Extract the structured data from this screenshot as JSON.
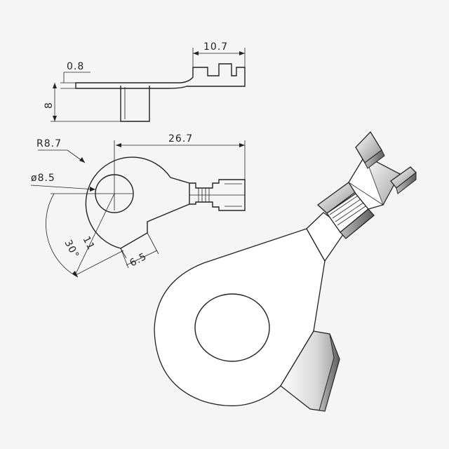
{
  "drawing": {
    "dims": {
      "crimp_length": "10.7",
      "thickness": "0.8",
      "height": "8",
      "radius": "R8.7",
      "overall_length": "26.7",
      "hole_diameter": "ø8.5",
      "angle": "30°",
      "tab_offset": "11",
      "tab_width": "6.5"
    }
  }
}
